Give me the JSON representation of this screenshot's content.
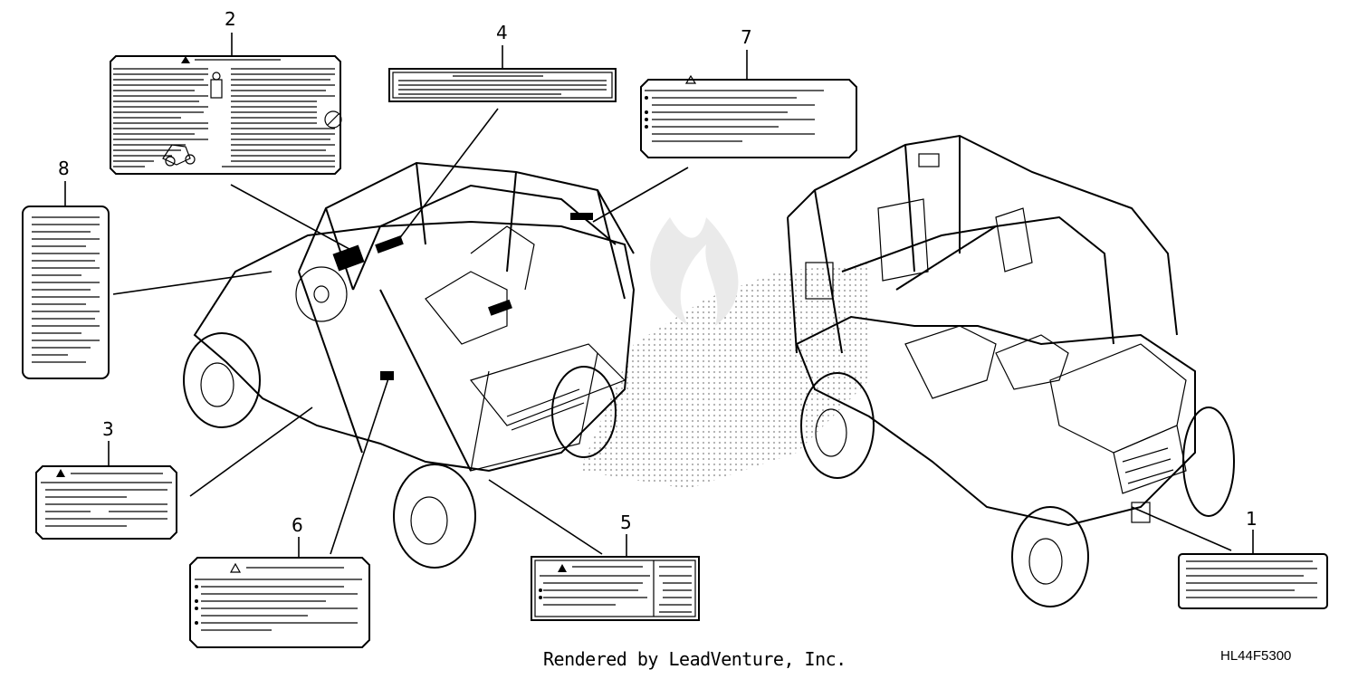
{
  "callouts": [
    {
      "id": "1",
      "label": "1"
    },
    {
      "id": "2",
      "label": "2"
    },
    {
      "id": "3",
      "label": "3"
    },
    {
      "id": "4",
      "label": "4"
    },
    {
      "id": "5",
      "label": "5"
    },
    {
      "id": "6",
      "label": "6"
    },
    {
      "id": "7",
      "label": "7"
    },
    {
      "id": "8",
      "label": "8"
    }
  ],
  "footer": {
    "credit": "Rendered by LeadVenture, Inc.",
    "diagram_code": "HL44F5300"
  },
  "watermark": {
    "color": "#b0b0b0"
  }
}
